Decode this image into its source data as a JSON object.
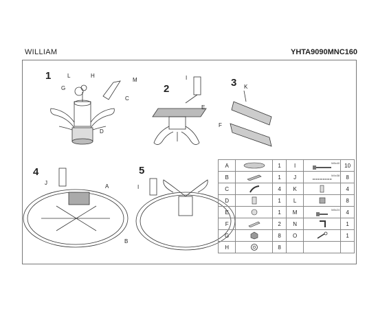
{
  "header": {
    "model_name": "WILLIAM",
    "product_code": "YHTA9090MNC160"
  },
  "steps": [
    {
      "number": "1",
      "labels": [
        "L",
        "H",
        "G",
        "M",
        "C",
        "D"
      ]
    },
    {
      "number": "2",
      "labels": [
        "I",
        "E"
      ]
    },
    {
      "number": "3",
      "labels": [
        "K",
        "F"
      ]
    },
    {
      "number": "4",
      "labels": [
        "J",
        "A",
        "B"
      ]
    },
    {
      "number": "5",
      "labels": [
        "I"
      ]
    }
  ],
  "parts_table": {
    "rows": [
      {
        "left": {
          "letter": "A",
          "icon": "tabletop-icon",
          "qty": "1"
        },
        "right": {
          "letter": "I",
          "icon": "bolt-icon",
          "spec": "M8x40",
          "qty": "10"
        }
      },
      {
        "left": {
          "letter": "B",
          "icon": "frame-bracket-icon",
          "qty": "1"
        },
        "right": {
          "letter": "J",
          "icon": "wood-screw-icon",
          "spec": "M4x38",
          "qty": "8"
        }
      },
      {
        "left": {
          "letter": "C",
          "icon": "curved-support-icon",
          "qty": "4"
        },
        "right": {
          "letter": "K",
          "icon": "wood-dowel-icon",
          "qty": "4"
        }
      },
      {
        "left": {
          "letter": "D",
          "icon": "tube-icon",
          "qty": "1"
        },
        "right": {
          "letter": "L",
          "icon": "nut-icon",
          "qty": "8"
        }
      },
      {
        "left": {
          "letter": "E",
          "icon": "plate-icon",
          "qty": "1"
        },
        "right": {
          "letter": "M",
          "icon": "short-bolt-icon",
          "spec": "M8x24",
          "qty": "4"
        }
      },
      {
        "left": {
          "letter": "F",
          "icon": "rail-icon",
          "qty": "2"
        },
        "right": {
          "letter": "N",
          "icon": "allen-key-icon",
          "qty": "1"
        }
      },
      {
        "left": {
          "letter": "G",
          "icon": "hex-nut-icon",
          "qty": "8"
        },
        "right": {
          "letter": "O",
          "icon": "wrench-icon",
          "qty": "1"
        }
      },
      {
        "left": {
          "letter": "H",
          "icon": "washer-icon",
          "qty": "8"
        },
        "right": {
          "letter": "",
          "icon": "",
          "qty": ""
        }
      }
    ]
  }
}
